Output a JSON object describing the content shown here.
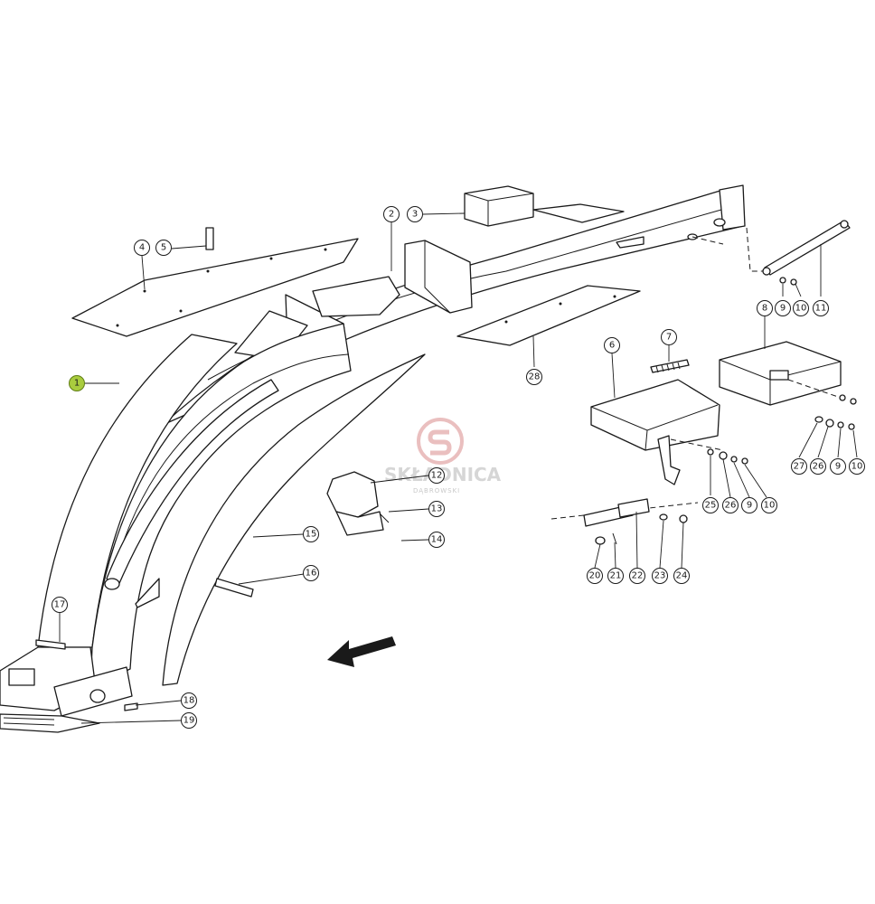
{
  "watermark": {
    "brand": "SKŁADNICA",
    "sub": "DĄBROWSKI",
    "color": "#c94a4a"
  },
  "highlight_color": "#a9cc3e",
  "callouts": [
    {
      "label": "1"
    },
    {
      "label": "2"
    },
    {
      "label": "3"
    },
    {
      "label": "4"
    },
    {
      "label": "5"
    },
    {
      "label": "6"
    },
    {
      "label": "7"
    },
    {
      "label": "8"
    },
    {
      "label": "9"
    },
    {
      "label": "10"
    },
    {
      "label": "11"
    },
    {
      "label": "12"
    },
    {
      "label": "13"
    },
    {
      "label": "14"
    },
    {
      "label": "15"
    },
    {
      "label": "16"
    },
    {
      "label": "17"
    },
    {
      "label": "18"
    },
    {
      "label": "19"
    },
    {
      "label": "20"
    },
    {
      "label": "21"
    },
    {
      "label": "22"
    },
    {
      "label": "23"
    },
    {
      "label": "24"
    },
    {
      "label": "25"
    },
    {
      "label": "26"
    },
    {
      "label": "9"
    },
    {
      "label": "10"
    },
    {
      "label": "27"
    },
    {
      "label": "26"
    },
    {
      "label": "9"
    },
    {
      "label": "10"
    },
    {
      "label": "28"
    }
  ]
}
